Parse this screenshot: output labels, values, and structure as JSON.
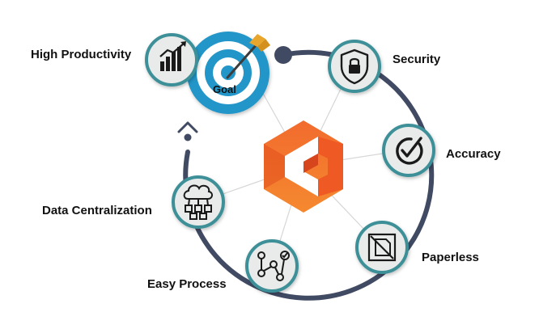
{
  "diagram": {
    "center": {
      "logo_icon": "c-hexagon-logo-icon"
    },
    "goal": {
      "label": "Goal",
      "icon": "target-arrow-icon"
    },
    "nodes": [
      {
        "key": "high_productivity",
        "label": "High Productivity",
        "icon": "bar-chart-growth-icon"
      },
      {
        "key": "security",
        "label": "Security",
        "icon": "shield-lock-icon"
      },
      {
        "key": "accuracy",
        "label": "Accuracy",
        "icon": "check-circle-icon"
      },
      {
        "key": "paperless",
        "label": "Paperless",
        "icon": "crossed-document-icon"
      },
      {
        "key": "easy_process",
        "label": "Easy Process",
        "icon": "process-flow-icon"
      },
      {
        "key": "data_centralization",
        "label": "Data Centralization",
        "icon": "cloud-network-icon"
      }
    ]
  },
  "colors": {
    "ring": "#414a63",
    "node_border": "#3e8f98",
    "node_fill": "#e8ebea",
    "goal_ring": "#2096c8",
    "logo_orange": "#ef5a24",
    "logo_orange_dark": "#c8401a",
    "text": "#111111"
  }
}
